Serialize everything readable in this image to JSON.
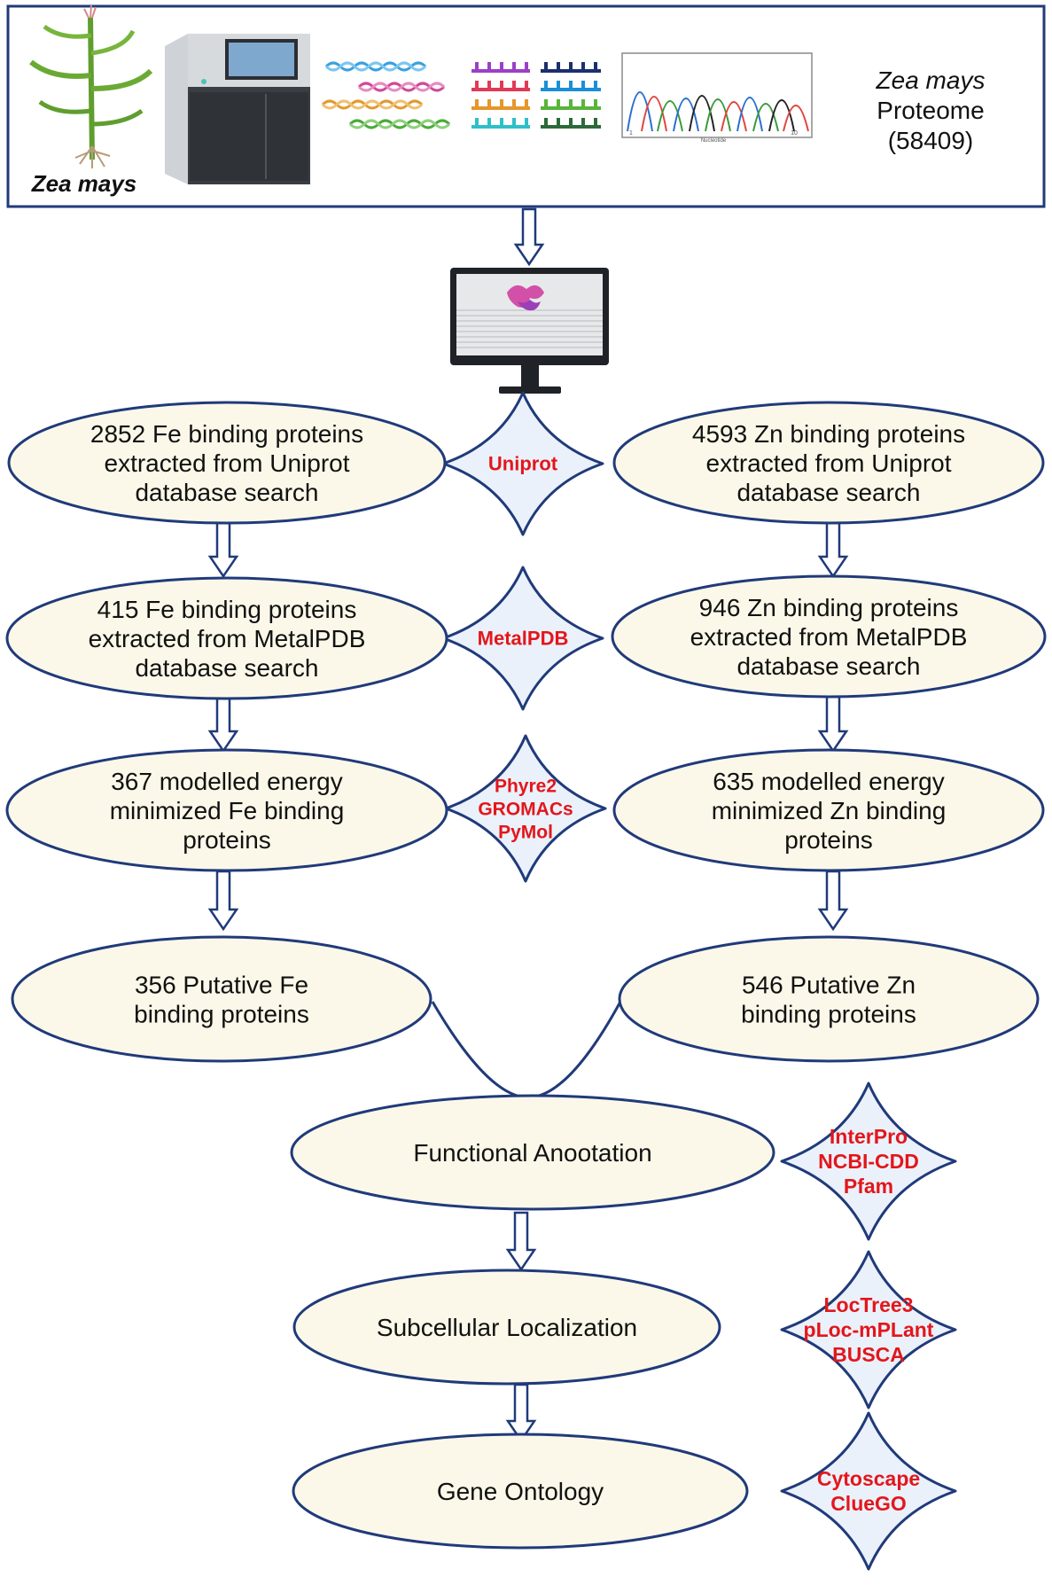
{
  "colors": {
    "border": "#203a7a",
    "ellipse_fill": "#fbf8e9",
    "diamond_fill": "#eaf1fa",
    "tool_text": "#e3161b",
    "node_text": "#111111"
  },
  "header": {
    "plant_label": "Zea mays",
    "proteome_species": "Zea mays",
    "proteome_word": "Proteome",
    "proteome_count": "(58409)",
    "chromatogram_axis_label": "Nucleotide",
    "chromatogram_tick_start": "1",
    "chromatogram_tick_end": "10"
  },
  "fe": [
    {
      "lines": [
        "2852 Fe  binding proteins",
        "extracted from Uniprot",
        "database search"
      ]
    },
    {
      "lines": [
        "415 Fe binding proteins",
        "extracted from MetalPDB",
        "database search"
      ]
    },
    {
      "lines": [
        "367 modelled energy",
        "minimized Fe binding",
        "proteins"
      ]
    },
    {
      "lines": [
        "356 Putative Fe",
        "binding proteins"
      ]
    }
  ],
  "zn": [
    {
      "lines": [
        "4593 Zn binding proteins",
        "extracted from Uniprot",
        "database search"
      ]
    },
    {
      "lines": [
        "946 Zn binding proteins",
        "extracted from MetalPDB",
        "database search"
      ]
    },
    {
      "lines": [
        "635 modelled energy",
        "minimized Zn binding",
        "proteins"
      ]
    },
    {
      "lines": [
        "546 Putative Zn",
        "binding proteins"
      ]
    }
  ],
  "center_tools": [
    {
      "lines": [
        "Uniprot"
      ]
    },
    {
      "lines": [
        "MetalPDB"
      ]
    },
    {
      "lines": [
        "Phyre2",
        "GROMACs",
        "PyMol"
      ]
    }
  ],
  "analysis": [
    {
      "label": "Functional Anootation",
      "tools": [
        "InterPro",
        "NCBI-CDD",
        "Pfam"
      ]
    },
    {
      "label": "Subcellular Localization",
      "tools": [
        "LocTree3",
        "pLoc-mPLant",
        "BUSCA"
      ]
    },
    {
      "label": "Gene Ontology",
      "tools": [
        "Cytoscape",
        "ClueGO"
      ]
    }
  ]
}
